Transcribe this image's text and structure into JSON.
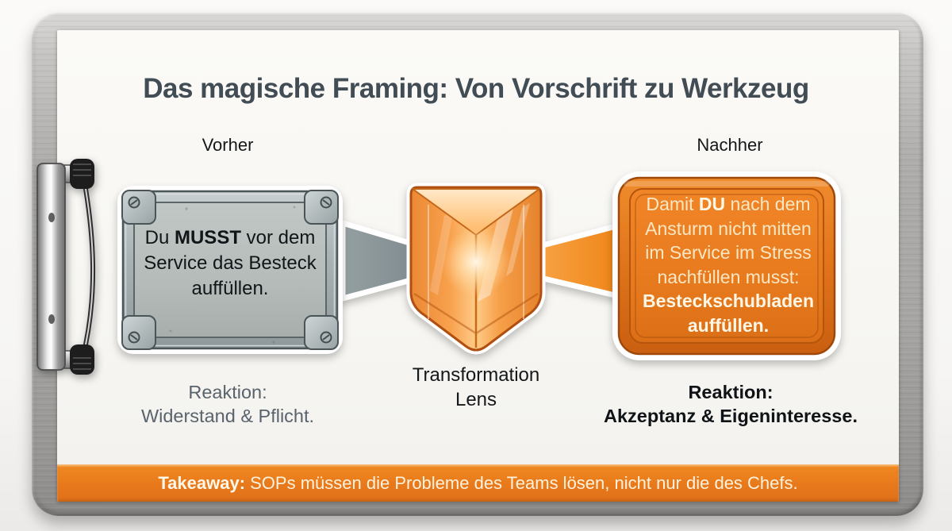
{
  "title": "Das magische Framing: Von Vorschrift zu Werkzeug",
  "columns": {
    "before_label": "Vorher",
    "after_label": "Nachher"
  },
  "before_sign": {
    "l1a": "Du ",
    "l1b": "MUSST",
    "l1c": " vor dem",
    "l2": "Service das Besteck",
    "l3": "auffüllen."
  },
  "after_box": {
    "l1a": "Damit ",
    "l1b": "DU",
    "l1c": " nach dem",
    "l2": "Ansturm nicht mitten",
    "l3": "im Service im Stress",
    "l4": "nachfüllen musst:",
    "l5": "Besteckschubladen",
    "l6": "auffüllen."
  },
  "lens": {
    "l1": "Transformation",
    "l2": "Lens"
  },
  "before_reaction": {
    "l1": "Reaktion:",
    "l2": "Widerstand & Pflicht."
  },
  "after_reaction": {
    "l1": "Reaktion:",
    "l2": "Akzeptanz & Eigeninteresse."
  },
  "takeaway": {
    "label": "Takeaway:",
    "text": " SOPs müssen die Probleme des Teams lösen, nicht nur die des Chefs."
  },
  "colors": {
    "accent_orange": "#e8791c",
    "beam_gray": "#7f8b8f",
    "metal_frame": "#a7a6a4",
    "title_color": "#414c55",
    "sign_plate": "#b6bcba",
    "box_fill": "#e87e22"
  },
  "icons": {
    "prism": "transformation-lens-prism-icon",
    "clip": "clipboard-clip-icon",
    "gray_beam": "input-beam",
    "orange_beam": "output-beam"
  }
}
